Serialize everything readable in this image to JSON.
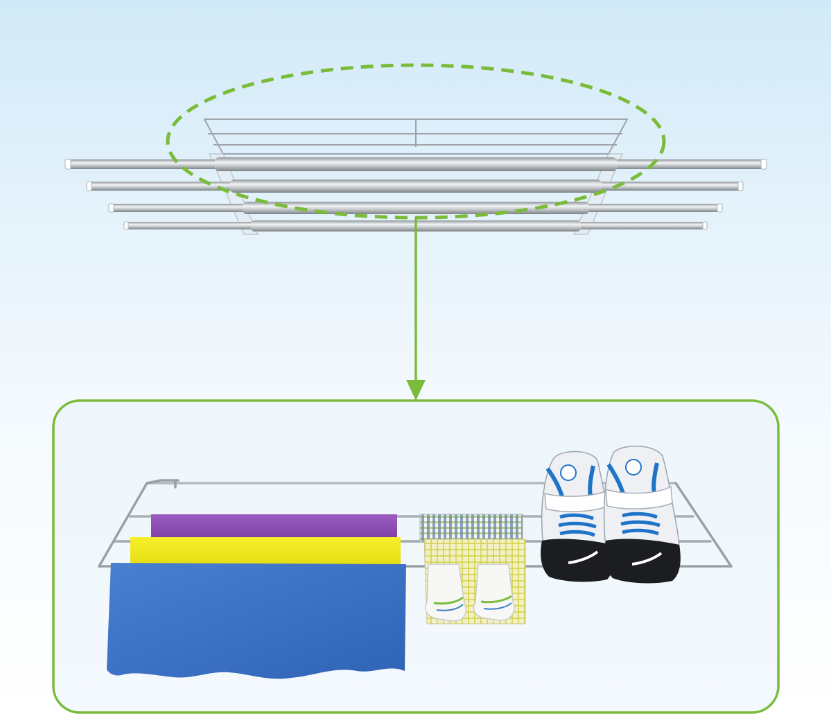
{
  "colors": {
    "sky_top": "#d2eaf8",
    "sky_bottom": "#ffffff",
    "accent_green": "#7bbb3a",
    "steel_light": "#f2f4f5",
    "steel_dark": "#8f9599",
    "towel_purple": "#8e4fb3",
    "towel_yellow": "#f1ea1a",
    "towel_blue": "#3c71c4",
    "shoe_black": "#1c1d21",
    "shoe_blue": "#1e74c8"
  },
  "icons": {
    "callout": "dashed-ellipse-icon",
    "pointer": "down-arrow-icon"
  },
  "scene": {
    "top_product": "ceiling-drying-rack",
    "detail_items": [
      "purple-towel",
      "yellow-towel",
      "blue-towel",
      "checked-cloth",
      "yellow-cloth",
      "sock",
      "sock",
      "sneaker",
      "sneaker"
    ]
  }
}
